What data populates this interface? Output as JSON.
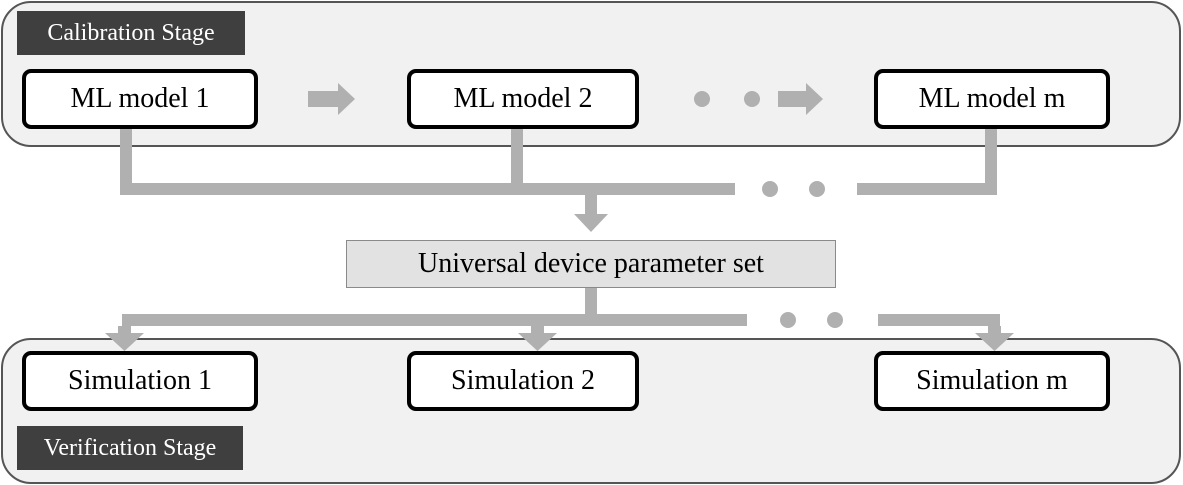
{
  "calibration_stage": {
    "label": "Calibration Stage",
    "models": [
      {
        "label": "ML model 1"
      },
      {
        "label": "ML model 2"
      },
      {
        "label": "ML model m"
      }
    ]
  },
  "central": {
    "label": "Universal device parameter set"
  },
  "verification_stage": {
    "label": "Verification Stage",
    "simulations": [
      {
        "label": "Simulation 1"
      },
      {
        "label": "Simulation 2"
      },
      {
        "label": "Simulation m"
      }
    ]
  },
  "colors": {
    "connector": "#b0b0b0",
    "panel_background": "#f1f1f1",
    "stage_label_background": "#3f3f3f",
    "central_box_background": "#e2e2e2"
  }
}
